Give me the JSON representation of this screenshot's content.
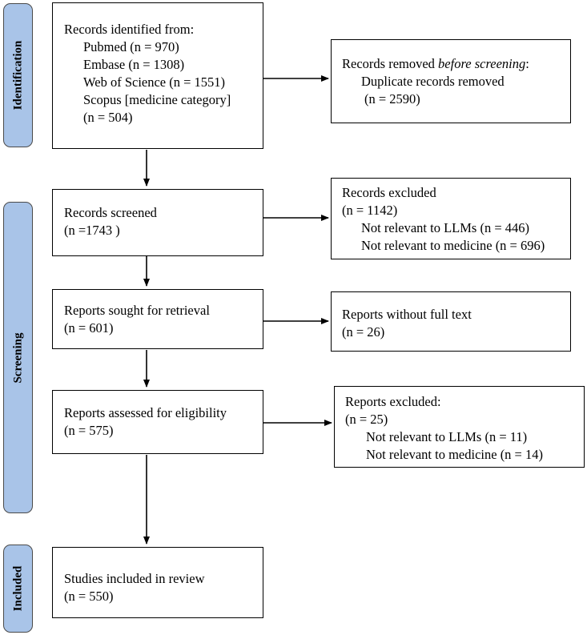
{
  "phases": {
    "identification": "Identification",
    "screening": "Screening",
    "included": "Included"
  },
  "identification": {
    "header": "Records identified from:",
    "sources": [
      "Pubmed (n = 970)",
      "Embase (n = 1308)",
      "Web of Science (n = 1551)",
      "Scopus [medicine category]",
      "(n = 504)"
    ],
    "removed_prefix": "Records removed ",
    "removed_italic": "before screening",
    "removed_suffix": ":",
    "duplicates": "Duplicate records removed",
    "duplicates_n": "(n = 2590)"
  },
  "screened": {
    "label": "Records screened",
    "n": "(n =1743 )"
  },
  "excluded_records": {
    "label": "Records excluded",
    "n": "(n = 1142)",
    "reasons": [
      "Not relevant to LLMs (n = 446)",
      "Not relevant to medicine (n = 696)"
    ]
  },
  "sought": {
    "label": "Reports sought for retrieval",
    "n": "(n = 601)"
  },
  "no_fulltext": {
    "label": "Reports without full text",
    "n": "(n = 26)"
  },
  "assessed": {
    "label": "Reports assessed for eligibility",
    "n": "(n = 575)"
  },
  "excluded_reports": {
    "label": "Reports excluded:",
    "n": "(n = 25)",
    "reasons": [
      "Not relevant to LLMs (n = 11)",
      "Not relevant to medicine (n = 14)"
    ]
  },
  "included": {
    "label": "Studies included in review",
    "n": "(n = 550)"
  }
}
